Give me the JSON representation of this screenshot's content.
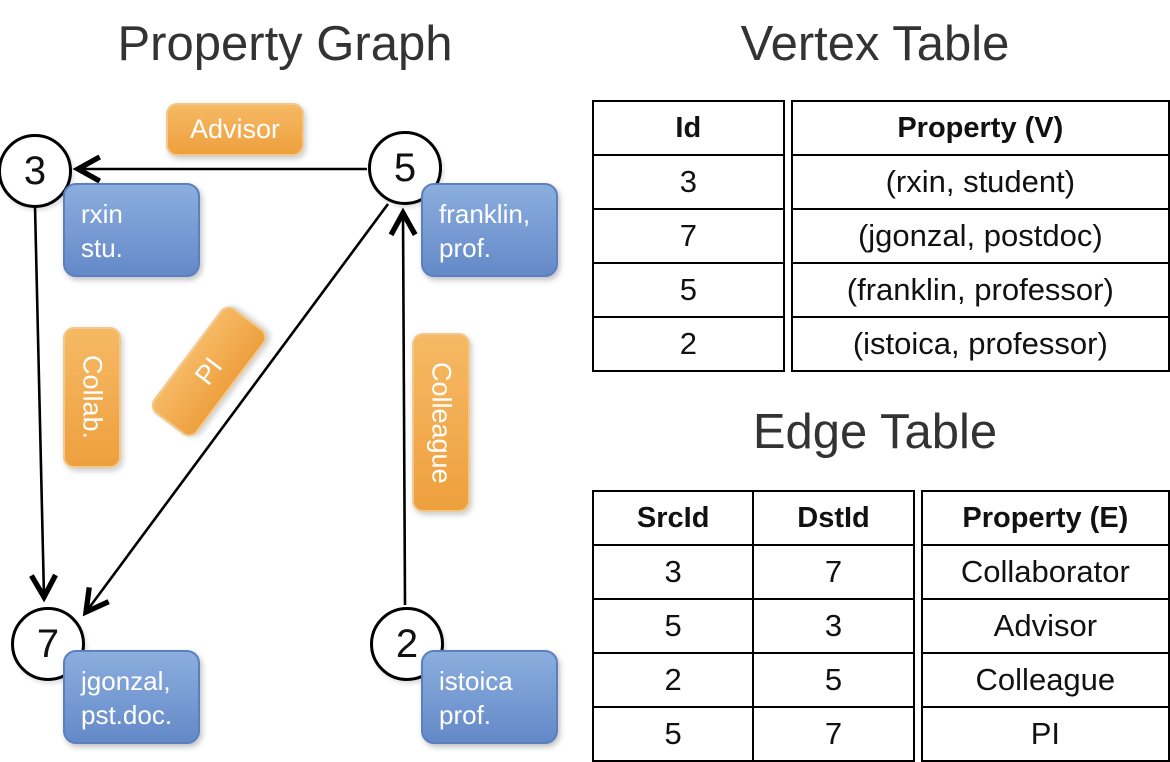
{
  "colors": {
    "title-color": "#333333",
    "vertex-fill-top": "#8baede",
    "vertex-fill-bottom": "#6489c8",
    "vertex-border": "#5c7fc0",
    "edge-fill-top": "#f6b964",
    "edge-fill-bottom": "#eea03e",
    "edge-border": "#f2c88c",
    "vertex-cell-bg": "#c6d9f0",
    "edge-cell-bg": "#fbdcb5"
  },
  "graph": {
    "title": "Property Graph",
    "vertices": [
      {
        "id": "3",
        "line1": "rxin",
        "line2": "stu."
      },
      {
        "id": "5",
        "line1": "franklin,",
        "line2": "prof."
      },
      {
        "id": "7",
        "line1": "jgonzal,",
        "line2": "pst.doc."
      },
      {
        "id": "2",
        "line1": "istoica",
        "line2": "prof."
      }
    ],
    "edge_labels": {
      "advisor": "Advisor",
      "collab": "Collab.",
      "pi": "PI",
      "colleague": "Colleague"
    }
  },
  "vertex_table": {
    "title": "Vertex Table",
    "columns": {
      "id": "Id",
      "property": "Property (V)"
    },
    "rows": [
      {
        "id": "3",
        "property": "(rxin, student)"
      },
      {
        "id": "7",
        "property": "(jgonzal, postdoc)"
      },
      {
        "id": "5",
        "property": "(franklin, professor)"
      },
      {
        "id": "2",
        "property": "(istoica, professor)"
      }
    ]
  },
  "edge_table": {
    "title": "Edge Table",
    "columns": {
      "src": "SrcId",
      "dst": "DstId",
      "property": "Property (E)"
    },
    "rows": [
      {
        "src": "3",
        "dst": "7",
        "property": "Collaborator"
      },
      {
        "src": "5",
        "dst": "3",
        "property": "Advisor"
      },
      {
        "src": "2",
        "dst": "5",
        "property": "Colleague"
      },
      {
        "src": "5",
        "dst": "7",
        "property": "PI"
      }
    ]
  }
}
